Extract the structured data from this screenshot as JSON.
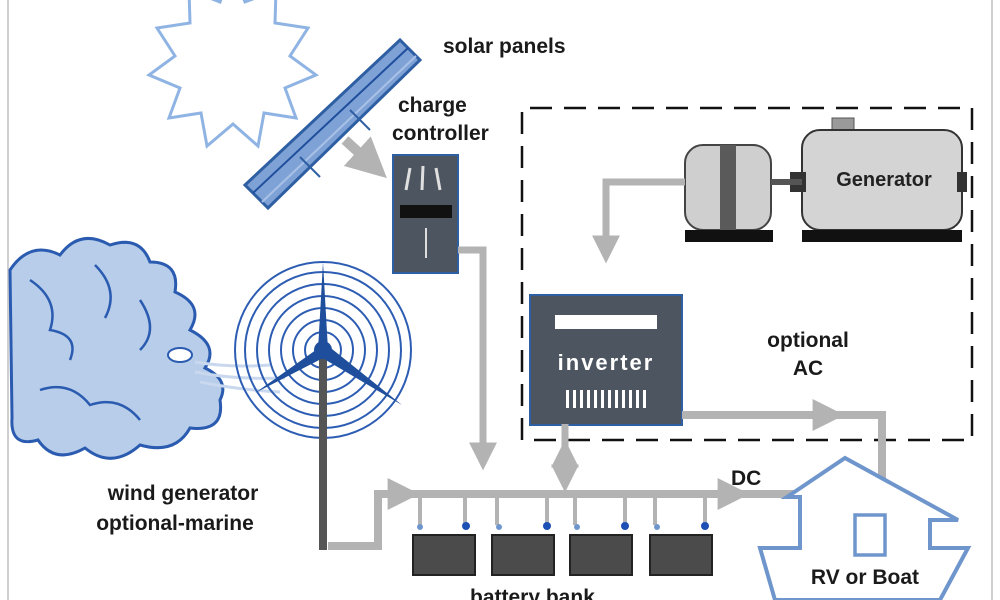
{
  "diagram": {
    "labels": {
      "solar_panels": "solar panels",
      "charge_controller_line1": "charge",
      "charge_controller_line2": "controller",
      "generator": "Generator",
      "inverter": "inverter",
      "optional_ac_line1": "optional",
      "optional_ac_line2": "AC",
      "wind_generator_line1": "wind generator",
      "wind_generator_line2": "optional-marine",
      "dc": "DC",
      "battery_bank": "battery bank",
      "rv_or_boat": "RV or Boat"
    },
    "colors": {
      "wire": "#b3b3b3",
      "device_dark": "#4c5560",
      "device_border": "#2f5fa3",
      "solar_blue": "#6f95cf",
      "wind_blue": "#1f4e9c",
      "generator_grey": "#d4d4d4",
      "house_outline": "#6f96cc",
      "battery_terminal": "#1d50b5",
      "dashed_box": "#111111"
    },
    "icons": [
      "sun-icon",
      "solar-panel-icon",
      "wind-face-icon",
      "wind-turbine-icon",
      "engine-icon",
      "generator-icon",
      "battery-icon",
      "house-icon"
    ]
  }
}
